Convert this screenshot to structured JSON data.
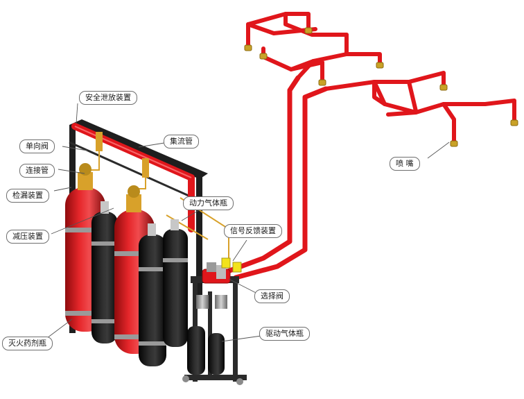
{
  "labels": {
    "safety_relief": "安全泄放装置",
    "check_valve": "单向阀",
    "manifold": "集流管",
    "connecting_pipe": "连接管",
    "leak_detector": "检漏装置",
    "power_gas_cylinder": "动力气体瓶",
    "pressure_reducer": "减压装置",
    "signal_feedback": "信号反馈装置",
    "nozzle": "喷    嘴",
    "selector_valve": "选择阀",
    "agent_cylinder": "灭火药剂瓶",
    "driver_gas_cylinder": "驱动气体瓶"
  },
  "colors": {
    "pipe_red": "#e0161b",
    "cylinder_red": "#d31518",
    "cylinder_black": "#181818",
    "frame_black": "#1e1e1e",
    "brass": "#d8a12a",
    "nozzle_gold": "#c9a227",
    "band_gray": "#9a9a9a",
    "leader_gray": "#555555",
    "signal_yellow": "#f2e21b"
  }
}
